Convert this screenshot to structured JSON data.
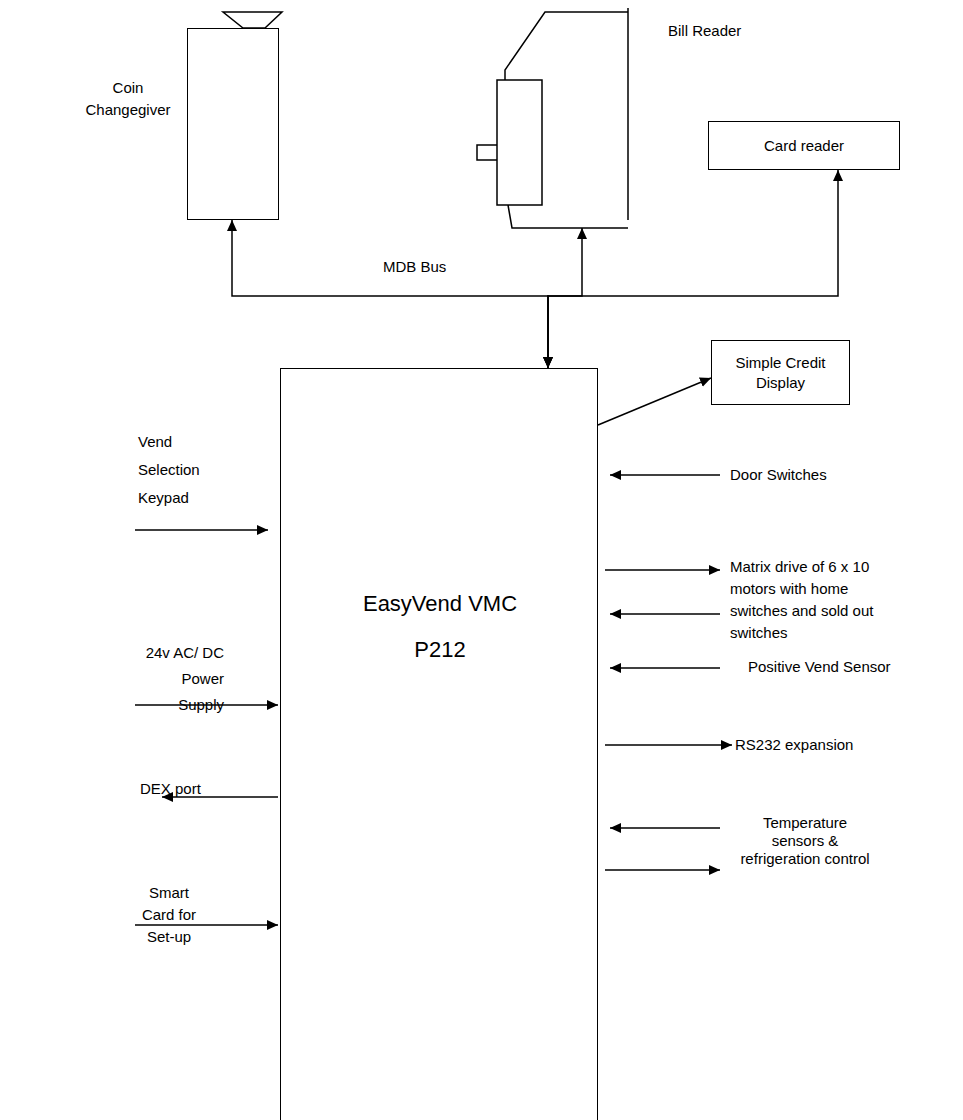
{
  "diagram": {
    "nodes": [
      {
        "text": [
          "Coin Changegiver"
        ]
      },
      {
        "text": [
          "Bill Reader"
        ]
      },
      {
        "text": [
          "Card reader"
        ]
      },
      {
        "text": [
          "EasyVend VMC",
          "P212"
        ]
      },
      {
        "text": [
          "Simple Credit Display"
        ]
      }
    ],
    "edges": [
      {
        "from": 3,
        "to": 0,
        "arrow": "both"
      },
      {
        "from": 3,
        "to": 1,
        "arrow": "both"
      },
      {
        "from": 3,
        "to": 2,
        "arrow": "both"
      },
      {
        "from": 3,
        "to": 4,
        "arrow": "to"
      }
    ],
    "labels": [
      "MDB Bus",
      "Vend Selection Keypad",
      "24v AC/ DC Power Supply",
      "DEX port",
      "Smart Card for Set-up",
      "Door Switches",
      "Matrix drive of 6 x 10 motors with home switches and sold out switches",
      "Positive Vend Sensor",
      "RS232 expansion",
      "Temperature sensors & refrigeration control"
    ]
  }
}
